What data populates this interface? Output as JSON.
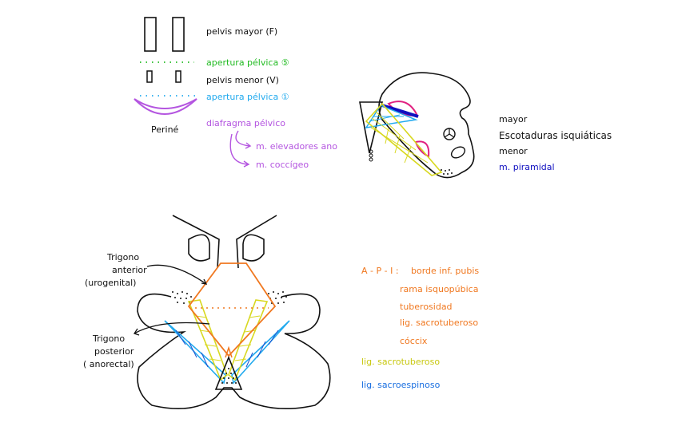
{
  "legend": {
    "pelvis_major": "pelvis mayor (F)",
    "apertura_superior": "apertura pélvica ⑤",
    "pelvis_minor": "pelvis menor (V)",
    "apertura_inferior": "apertura pélvica ①",
    "perine": "Periné",
    "diafragma": "diafragma pélvico",
    "m_elevadores": "m. elevadores ano",
    "m_coccigeo": "m. coccígeo"
  },
  "hip_labels": {
    "mayor": "mayor",
    "escotaduras": "Escotaduras isquiáticas",
    "menor": "menor",
    "piramidal": "m. piramidal"
  },
  "perineum_labels": {
    "trigono_anterior_1": "Trigono",
    "trigono_anterior_2": "anterior",
    "trigono_anterior_3": "(urogenital)",
    "trigono_posterior_1": "Trigono",
    "trigono_posterior_2": "posterior",
    "trigono_posterior_3": "( anorectal)"
  },
  "boundaries": {
    "header": "A - P - I :",
    "items": [
      "borde inf. pubis",
      "rama isquopúbica",
      "tuberosidad",
      "lig. sacrotuberoso",
      "cóccix"
    ],
    "lig_sacrotuberoso": "lig. sacrotuberoso",
    "lig_sacroespinoso": "lig. sacroespinoso"
  },
  "colors": {
    "black": "#111111",
    "green": "#22bb22",
    "cyan": "#22aaee",
    "purple": "#b455e0",
    "orange": "#f07820",
    "yellow": "#d8d820",
    "blue": "#1a4fd0",
    "navy": "#1010c0",
    "pink": "#e02080"
  }
}
